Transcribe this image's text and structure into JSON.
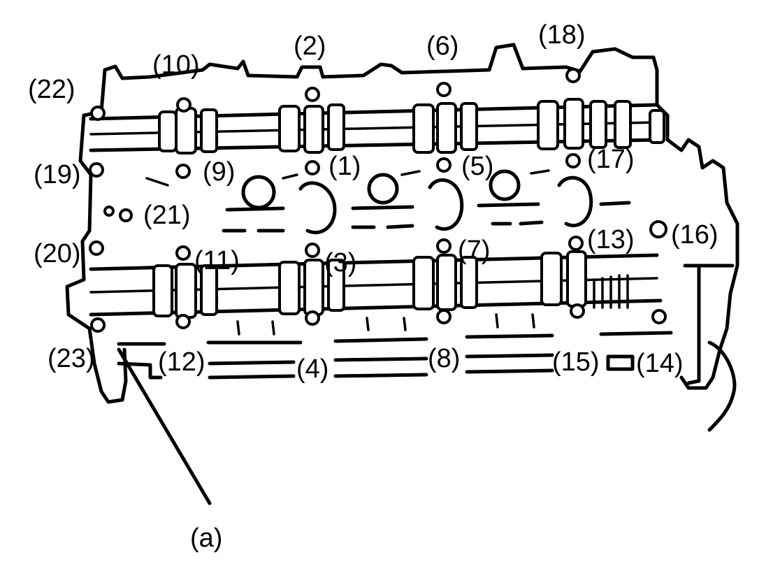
{
  "diagram": {
    "bolt_labels": [
      {
        "id": "l22",
        "text": "(22)"
      },
      {
        "id": "l10",
        "text": "(10)"
      },
      {
        "id": "l2",
        "text": "(2)"
      },
      {
        "id": "l6",
        "text": "(6)"
      },
      {
        "id": "l18",
        "text": "(18)"
      },
      {
        "id": "l19",
        "text": "(19)"
      },
      {
        "id": "l9",
        "text": "(9)"
      },
      {
        "id": "l1",
        "text": "(1)"
      },
      {
        "id": "l5",
        "text": "(5)"
      },
      {
        "id": "l17",
        "text": "(17)"
      },
      {
        "id": "l21",
        "text": "(21)"
      },
      {
        "id": "l13",
        "text": "(13)"
      },
      {
        "id": "l16",
        "text": "(16)"
      },
      {
        "id": "l20",
        "text": "(20)"
      },
      {
        "id": "l11",
        "text": "(11)"
      },
      {
        "id": "l3",
        "text": "(3)"
      },
      {
        "id": "l7",
        "text": "(7)"
      },
      {
        "id": "l23",
        "text": "(23)"
      },
      {
        "id": "l12",
        "text": "(12)"
      },
      {
        "id": "l4",
        "text": "(4)"
      },
      {
        "id": "l8",
        "text": "(8)"
      },
      {
        "id": "l15",
        "text": "(15)"
      },
      {
        "id": "l14",
        "text": "(14)"
      }
    ],
    "callout_label": "(a)"
  }
}
